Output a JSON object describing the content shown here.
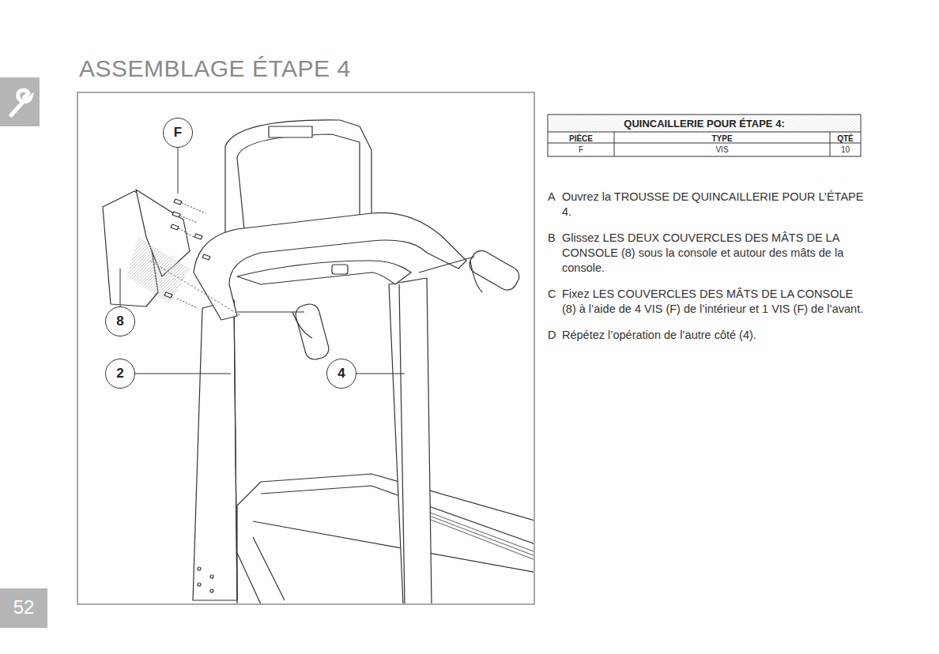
{
  "diagram": {
    "title": "ASSEMBLAGE ÉTAPE 4",
    "nodes": [
      {
        "text": [
          "F"
        ]
      },
      {
        "text": [
          "8"
        ]
      },
      {
        "text": [
          "2"
        ]
      },
      {
        "text": [
          "4"
        ]
      }
    ],
    "labels": [
      "QUINCAILLERIE POUR ÉTAPE 4:",
      "PIÈCE",
      "TYPE",
      "QTÉ",
      "F",
      "VIS",
      "10",
      "A",
      "Ouvrez la TROUSSE DE QUINCAILLERIE POUR L’ÉTAPE 4.",
      "B",
      "Glissez LES DEUX COUVERCLES DES MÂTS DE LA CONSOLE (8) sous la console et autour des mâts de la console.",
      "C",
      "Fixez LES COUVERCLES DES MÂTS DE LA CONSOLE (8) à l’aide de 4 VIS (F) de l’intérieur et 1 VIS (F) de l’avant.",
      "D",
      "Répétez l’opération de l’autre côté (4).",
      "52"
    ]
  }
}
